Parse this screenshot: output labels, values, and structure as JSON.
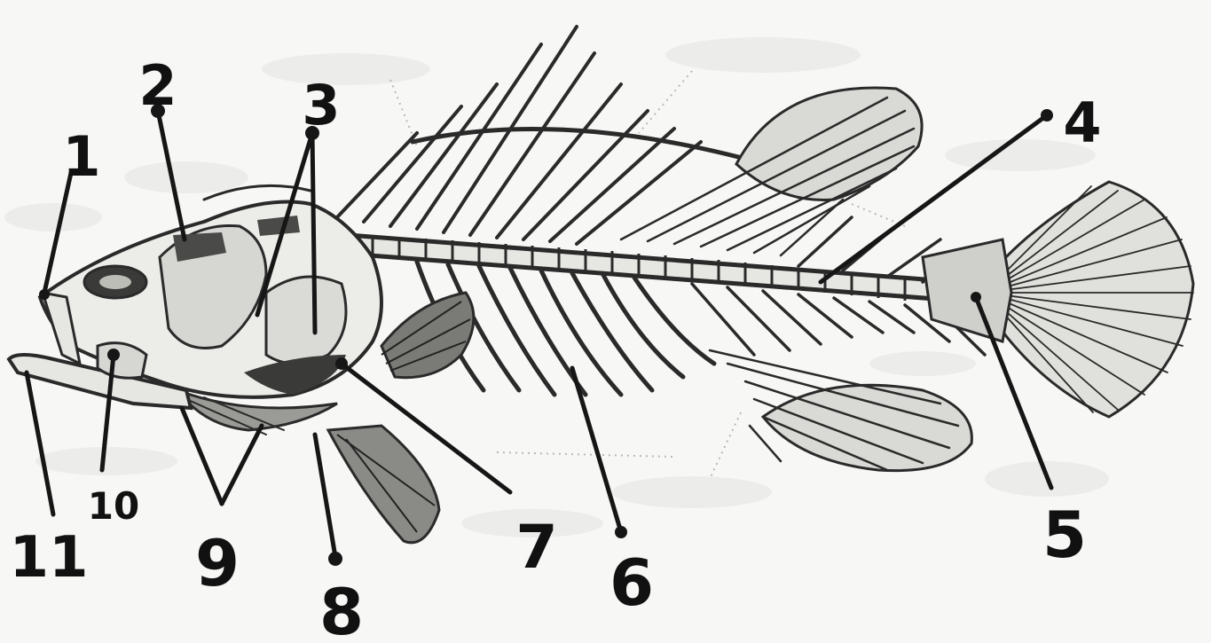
{
  "labels": [
    "1",
    "2",
    "3",
    "4",
    "5",
    "6",
    "7",
    "8",
    "9",
    "10",
    "11"
  ]
}
